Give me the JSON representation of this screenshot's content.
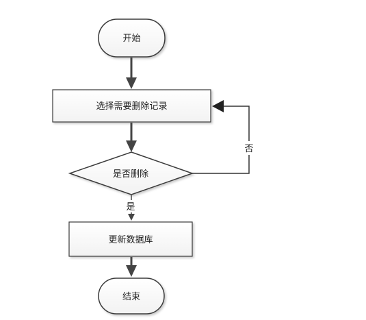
{
  "nodes": {
    "start": "开始",
    "select": "选择需要删除记录",
    "decision": "是否删除",
    "update": "更新数据库",
    "end": "结束"
  },
  "edges": {
    "yes": "是",
    "no": "否"
  }
}
